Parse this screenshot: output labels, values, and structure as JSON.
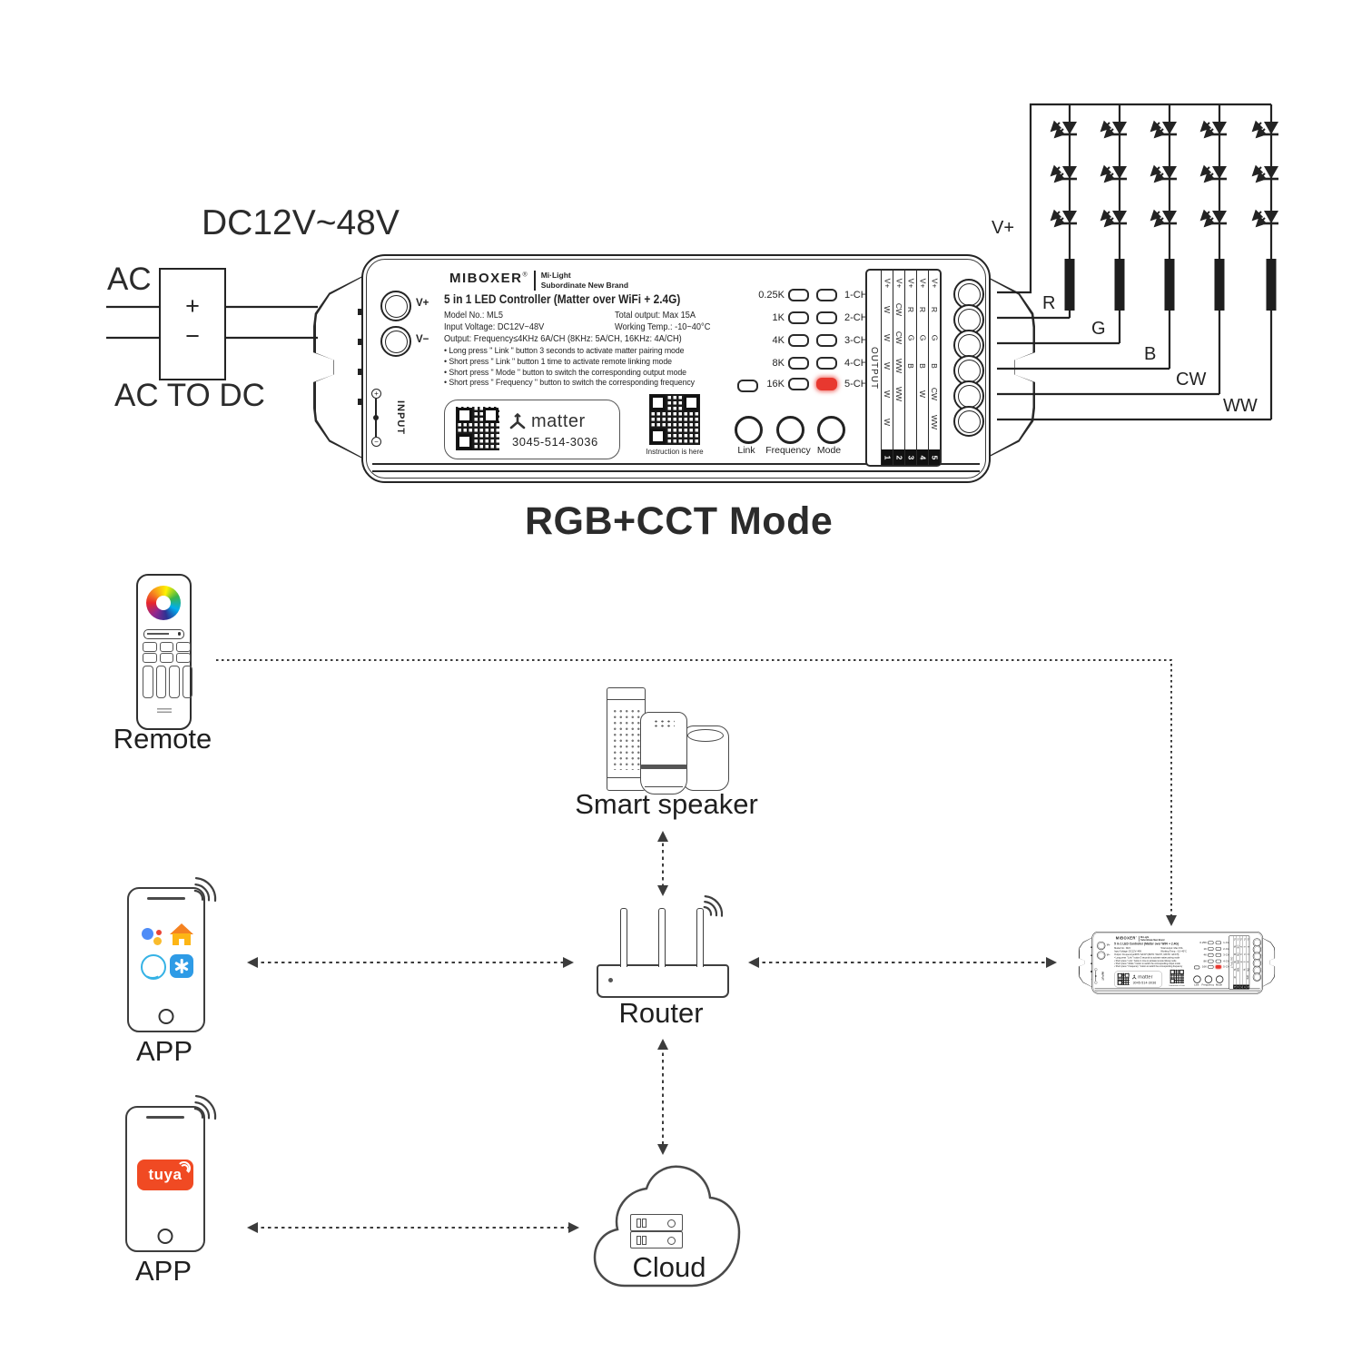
{
  "power": {
    "dc_label": "DC12V~48V",
    "ac_label": "AC",
    "plus": "+",
    "minus": "−",
    "converter_label": "AC TO DC"
  },
  "controller": {
    "brand": "MIBOXER",
    "brand_reg": "®",
    "brand_line1": "Mi·Light",
    "brand_line2": "Subordinate New Brand",
    "title": "5 in 1 LED Controller (Matter over WiFi + 2.4G)",
    "spec_model": "Model No.: ML5",
    "spec_total": "Total output: Max 15A",
    "spec_input": "Input Voltage: DC12V~48V",
    "spec_temp": "Working Temp.: -10~40°C",
    "spec_output": "Output: Frequency≤4KHz 6A/CH (8KHz: 5A/CH, 16KHz: 4A/CH)",
    "bullets": [
      "Long press \" Link \" button 3 seconds to activate matter pairing mode",
      "Short press \" Link \" button 1 time to activate remote linking mode",
      "Short press \" Mode \" button to switch the corresponding output mode",
      "Short press \" Frequency \" button to switch the corresponding frequency"
    ],
    "terminal_vplus": "V+",
    "terminal_vminus": "V−",
    "input_label": "INPUT",
    "input_plus": "+",
    "input_minus": "−",
    "matter_name": "matter",
    "matter_code": "3045-514-3036",
    "qr_caption": "Instruction is here",
    "btn_link": "Link",
    "btn_frequency": "Frequency",
    "btn_mode": "Mode",
    "freq_labels": [
      "0.25K",
      "1K",
      "4K",
      "8K",
      "16K"
    ],
    "ch_labels": [
      "1-CH",
      "2-CH",
      "3-CH",
      "4-CH",
      "5-CH"
    ],
    "active_channel": "5-CH",
    "output_header": "OUTPUT",
    "table_cols": [
      [
        "V+",
        "W",
        "W",
        "W",
        "W",
        "W"
      ],
      [
        "V+",
        "CW",
        "CW",
        "WW",
        "WW",
        ""
      ],
      [
        "V+",
        "R",
        "G",
        "B",
        "",
        ""
      ],
      [
        "V+",
        "R",
        "G",
        "B",
        "W",
        ""
      ],
      [
        "V+",
        "R",
        "G",
        "B",
        "CW",
        "WW"
      ]
    ],
    "table_nums": [
      "1",
      "2",
      "3",
      "4",
      "5"
    ]
  },
  "wires": {
    "vplus": "V+",
    "r": "R",
    "g": "G",
    "b": "B",
    "cw": "CW",
    "ww": "WW"
  },
  "mode_title": "RGB+CCT Mode",
  "network": {
    "remote_label": "Remote",
    "speaker_label": "Smart speaker",
    "router_label": "Router",
    "app1_label": "APP",
    "app2_label": "APP",
    "cloud_label": "Cloud",
    "tuya_text": "tuya"
  },
  "colors": {
    "active_led": "#e8382f",
    "tuya_bg": "#f04a23",
    "smartthings_blue": "#2e9be6"
  }
}
